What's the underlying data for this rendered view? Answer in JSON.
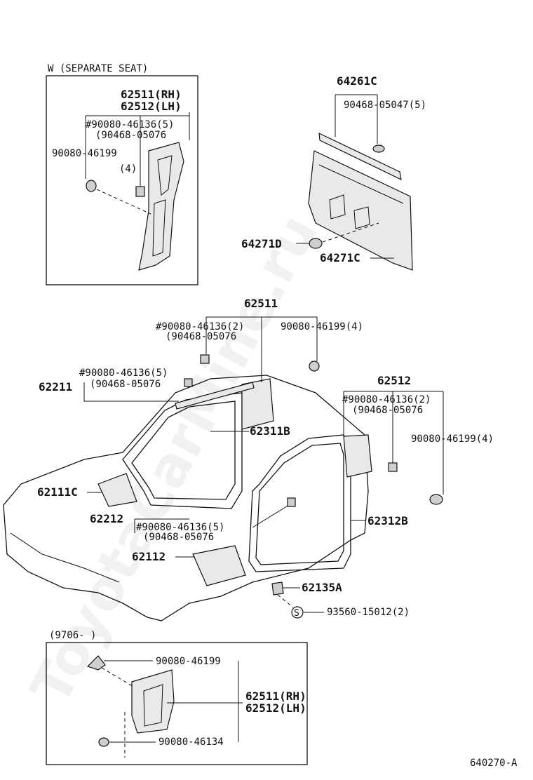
{
  "watermark": "ToyotaCarMine.ru",
  "insets": {
    "separate_seat_title": "W (SEPARATE  SEAT)",
    "date_range_title": "(9706-        )"
  },
  "labels": {
    "seat_62511_rh": "62511(RH)",
    "seat_62512_lh": "62512(LH)",
    "seat_clip_a": "#90080-46136(5)",
    "seat_clip_a_alt": "(90468-05076",
    "seat_clip_b": "90080-46199",
    "seat_clip_b_qty": "(4)",
    "p64261c": "64261C",
    "p90468_05047": "90468-05047(5)",
    "p64271d": "64271D",
    "p64271c": "64271C",
    "top_62511": "62511",
    "top_clip_a": "#90080-46136(2)",
    "top_clip_a_alt": "(90468-05076",
    "top_clip_b": "90080-46199(4)",
    "left_clip": "#90080-46136(5)",
    "left_clip_alt": "(90468-05076",
    "p62211": "62211",
    "p62311b": "62311B",
    "right_62512": "62512",
    "right_clip_a": "#90080-46136(2)",
    "right_clip_a_alt": "(90468-05076",
    "right_clip_b": "90080-46199(4)",
    "p62111c": "62111C",
    "p62212": "62212",
    "mid_clip": "#90080-46136(5)",
    "mid_clip_alt": "(90468-05076",
    "p62312b": "62312B",
    "p62112": "62112",
    "p62135a": "62135A",
    "screw_symbol": "S",
    "screw_93560": "93560-15012(2)",
    "bot_90080_46199": "90080-46199",
    "bot_62511_rh": "62511(RH)",
    "bot_62512_lh": "62512(LH)",
    "bot_90080_46134": "90080-46134",
    "figure_code": "640270-A"
  }
}
